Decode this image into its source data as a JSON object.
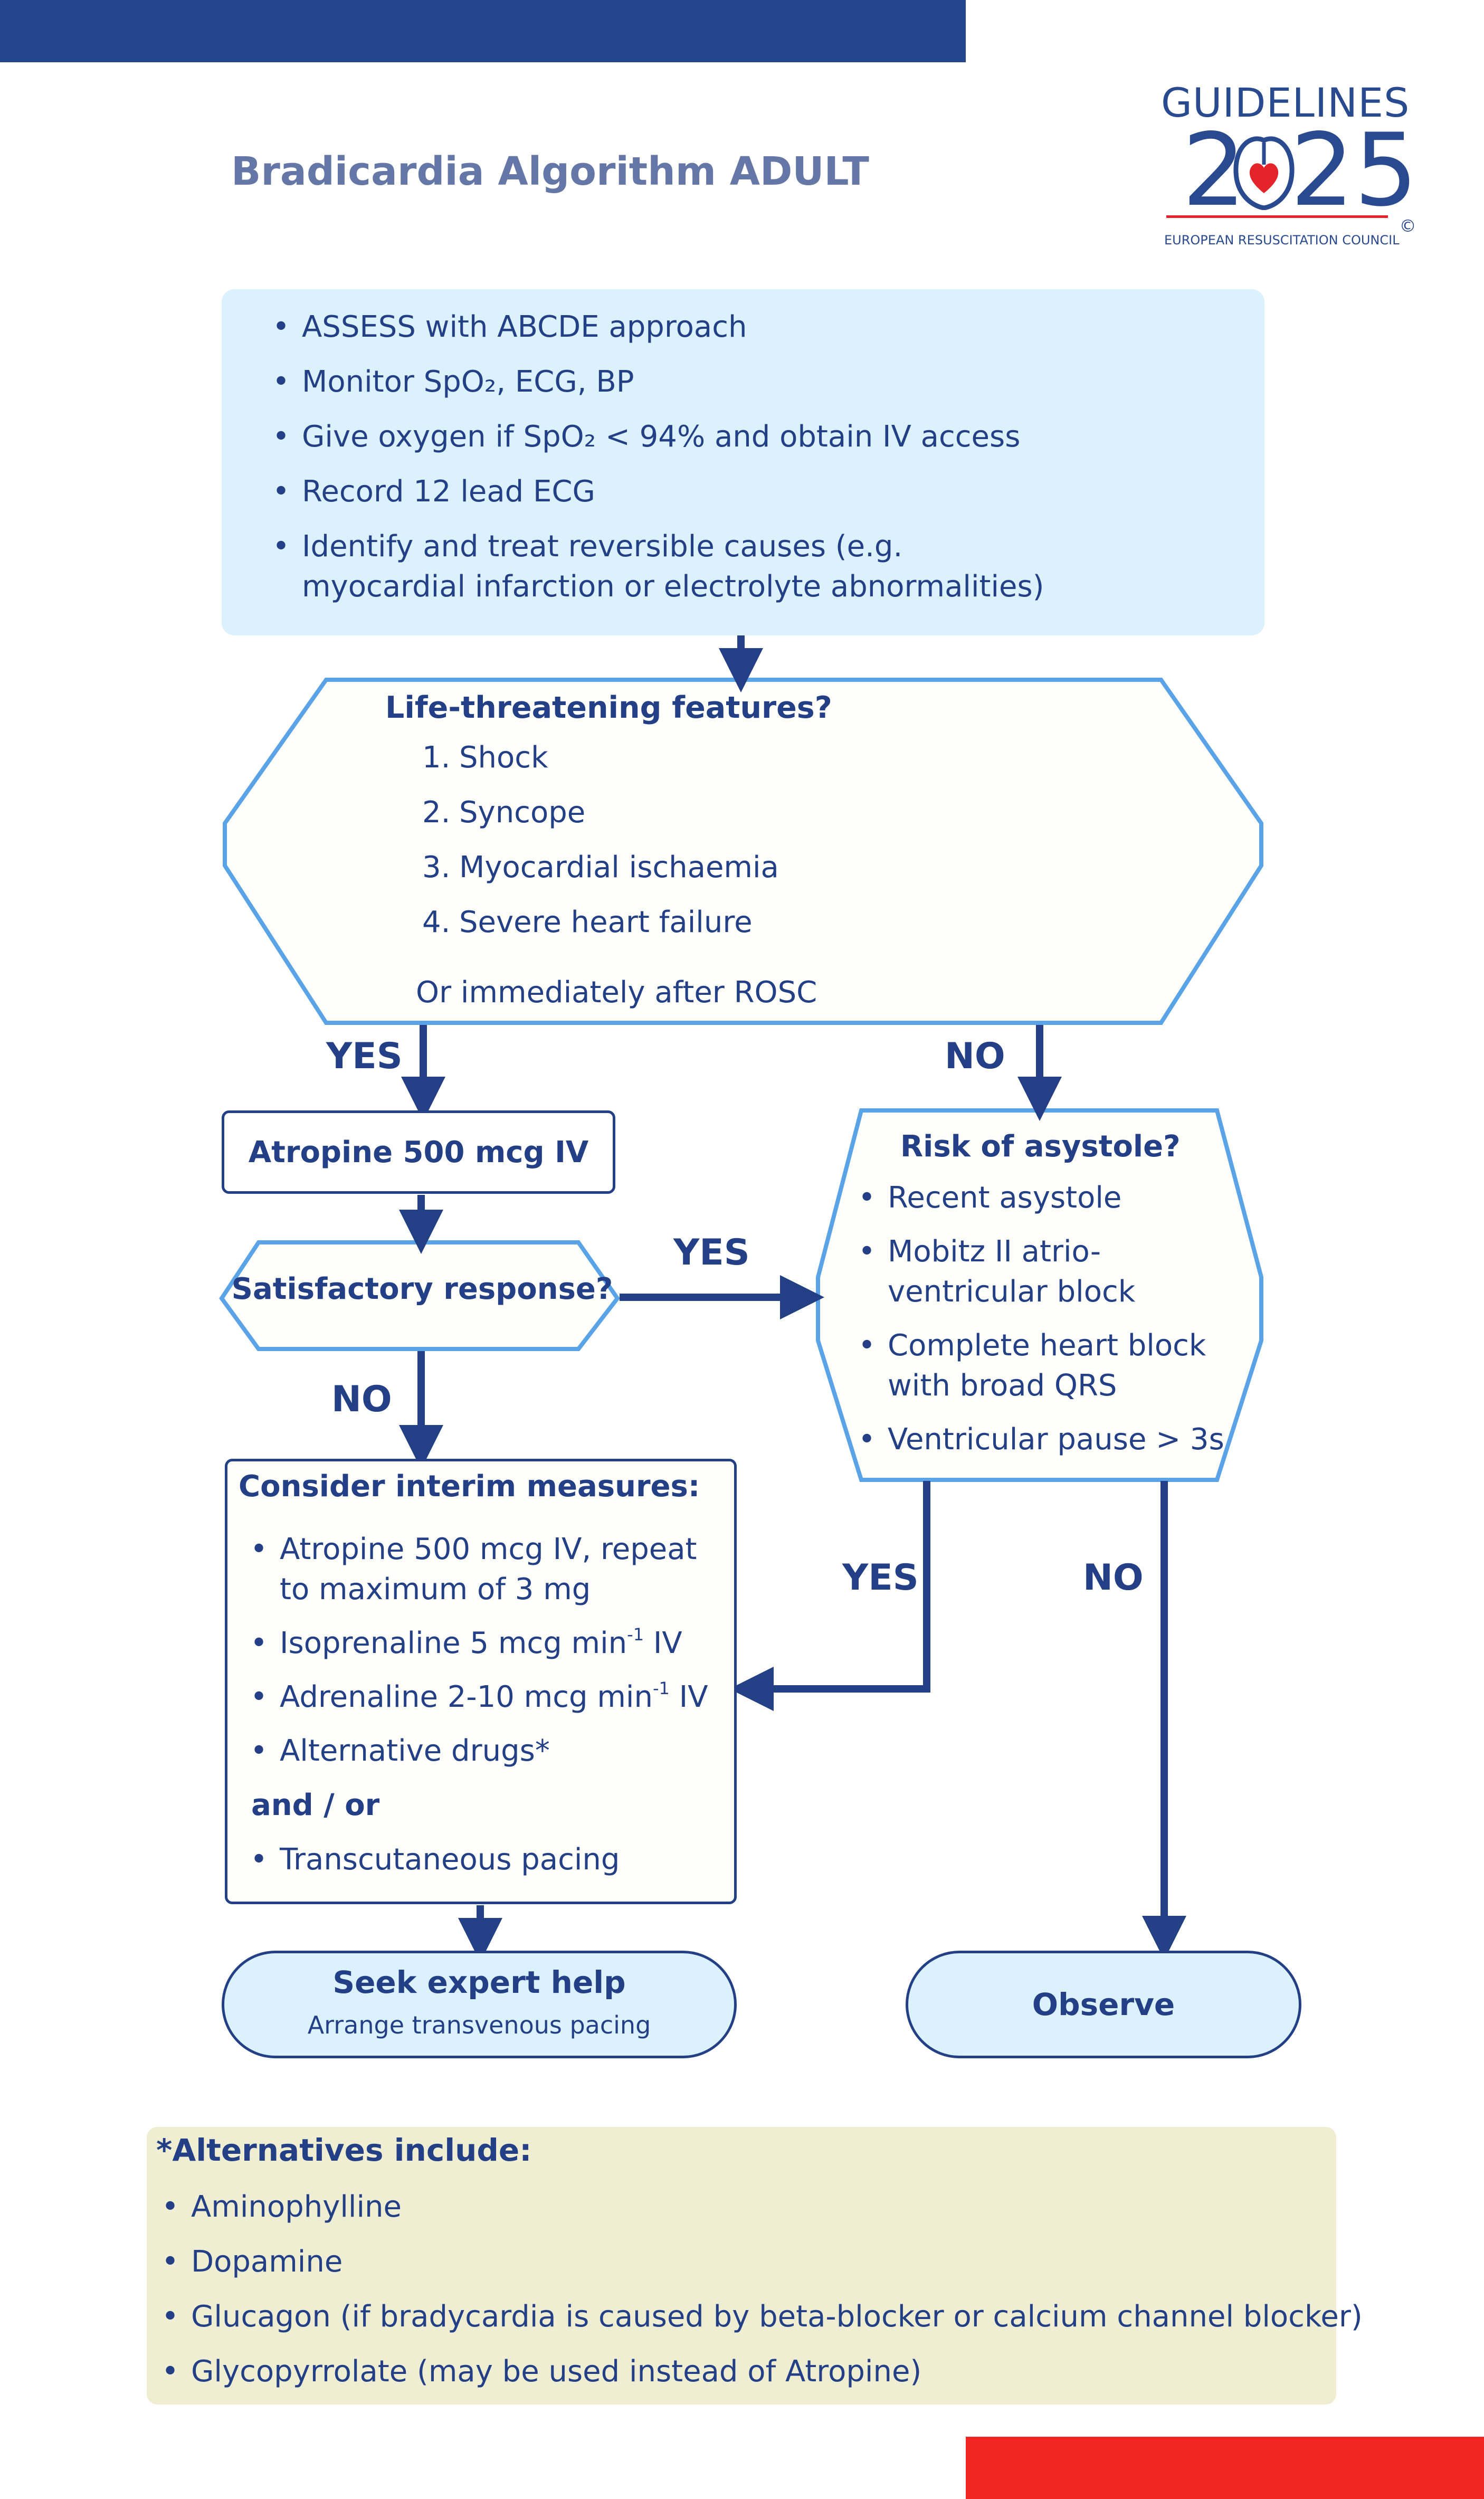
{
  "colors": {
    "navy": "#233f86",
    "title": "#6577a6",
    "topbar": "#23468f",
    "bottombar": "#f22424",
    "lightblue": "#dbf1fc",
    "shape_stroke": "#5aa3e6",
    "shape_fill": "#fefefa",
    "alternatives_bg": "#f0eed2",
    "heart": "#e4232b"
  },
  "header": {
    "title": "Bradicardia Algorithm ADULT"
  },
  "logo": {
    "word": "GUIDELINES",
    "year_left": "2",
    "year_right": "25",
    "org": "EUROPEAN RESUSCITATION COUNCIL",
    "copyright": "©",
    "icon": "heart-lungs-icon"
  },
  "assess": {
    "bullet": "•",
    "items": [
      "ASSESS with ABCDE approach",
      "Monitor SpO₂, ECG, BP",
      "Give oxygen if SpO₂ < 94% and obtain IV access",
      "Record 12 lead ECG",
      "Identify and treat reversible causes (e.g. myocardial infarction or electrolyte abnormalities)"
    ]
  },
  "life_threatening": {
    "title": "Life-threatening features?",
    "items": [
      {
        "num": "1.",
        "text": "Shock"
      },
      {
        "num": "2.",
        "text": "Syncope"
      },
      {
        "num": "3.",
        "text": "Myocardial ischaemia"
      },
      {
        "num": "4.",
        "text": "Severe heart failure"
      }
    ],
    "after": "Or immediately after ROSC"
  },
  "labels": {
    "yes": "YES",
    "no": "NO"
  },
  "atropine": {
    "label": "Atropine 500 mcg IV"
  },
  "satisfactory": {
    "label": "Satisfactory response?"
  },
  "risk": {
    "title": "Risk of asystole?",
    "items": [
      "Recent asystole",
      "Mobitz II atrio-ventricular block",
      "Complete heart block with broad QRS",
      "Ventricular pause > 3s"
    ]
  },
  "interim": {
    "title": "Consider interim measures:",
    "items": [
      {
        "text": "Atropine 500 mcg IV, repeat to maximum of 3 mg",
        "sup": "",
        "tail": ""
      },
      {
        "text": "Isoprenaline 5 mcg min",
        "sup": "-1",
        "tail": " IV"
      },
      {
        "text": "Adrenaline 2-10 mcg min",
        "sup": "-1",
        "tail": " IV"
      },
      {
        "text": "Alternative drugs*",
        "sup": "",
        "tail": ""
      }
    ],
    "and_or": "and / or",
    "pacing": "Transcutaneous pacing"
  },
  "seek": {
    "title": "Seek expert help",
    "subtitle": "Arrange transvenous pacing"
  },
  "observe": {
    "label": "Observe"
  },
  "alternatives": {
    "title": "*Alternatives include:",
    "items": [
      "Aminophylline",
      "Dopamine",
      "Glucagon (if bradycardia is caused by beta-blocker or calcium channel blocker)",
      "Glycopyrrolate (may be used instead of Atropine)"
    ]
  }
}
